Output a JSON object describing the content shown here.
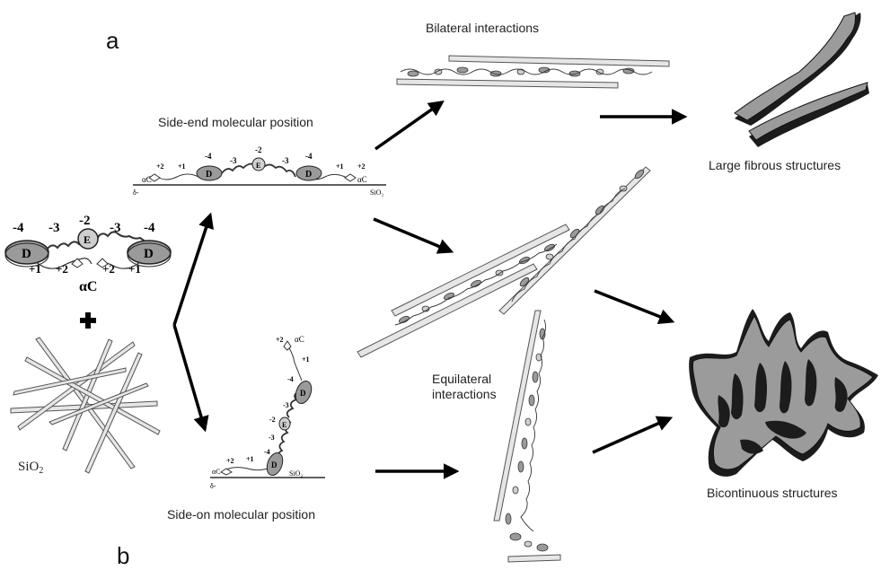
{
  "panel_labels": {
    "a": "a",
    "b": "b"
  },
  "labels": {
    "bilateral": "Bilateral interactions",
    "side_end": "Side-end molecular position",
    "side_on": "Side-on molecular position",
    "equilateral_1": "Equilateral",
    "equilateral_2": "interactions",
    "large_fibrous": "Large fibrous structures",
    "bicontinuous": "Bicontinuous structures",
    "sio2_left": "SiO2"
  },
  "molecule": {
    "domain_D": "D",
    "domain_E": "E",
    "alpha_c": "αC",
    "charge_m4": "-4",
    "charge_m3": "-3",
    "charge_m2": "-2",
    "charge_p1": "+1",
    "charge_p2": "+2",
    "surface_charge": "δ-",
    "surface": "SiO₂"
  },
  "colors": {
    "domain_fill": "#9a9a9a",
    "arrow": "#000000",
    "rod_fill": "#e6e6e6",
    "structure_light": "#9b9b9b",
    "structure_dark": "#1c1c1c"
  }
}
